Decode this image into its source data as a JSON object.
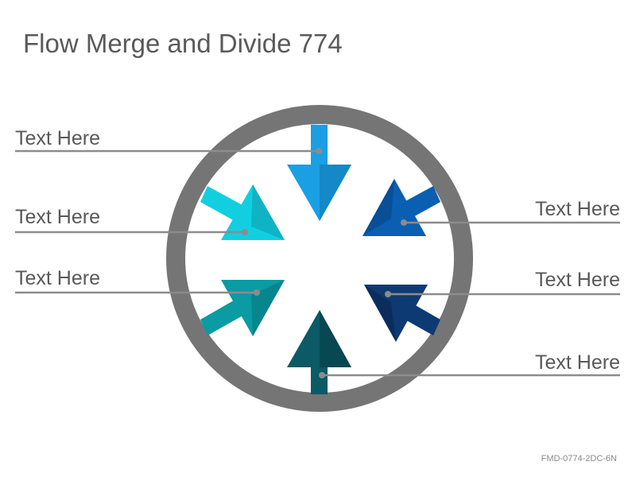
{
  "title": "Flow Merge and Divide 774",
  "labels": {
    "left_top": "Text Here",
    "left_middle": "Text Here",
    "left_bottom": "Text Here",
    "right_top": "Text Here",
    "right_middle": "Text Here",
    "right_bottom": "Text Here"
  },
  "footer_code": "FMD-0774-2DC-6N",
  "colors": {
    "ring": "#757575",
    "connector_line": "#8c8c8c",
    "arrow_top": "#1a9fe5",
    "arrow_upper_left": "#12cfe0",
    "arrow_upper_right": "#0a5fb3",
    "arrow_lower_left": "#0a9ba3",
    "arrow_lower_right": "#0e3a74",
    "arrow_bottom": "#0b5a66"
  }
}
